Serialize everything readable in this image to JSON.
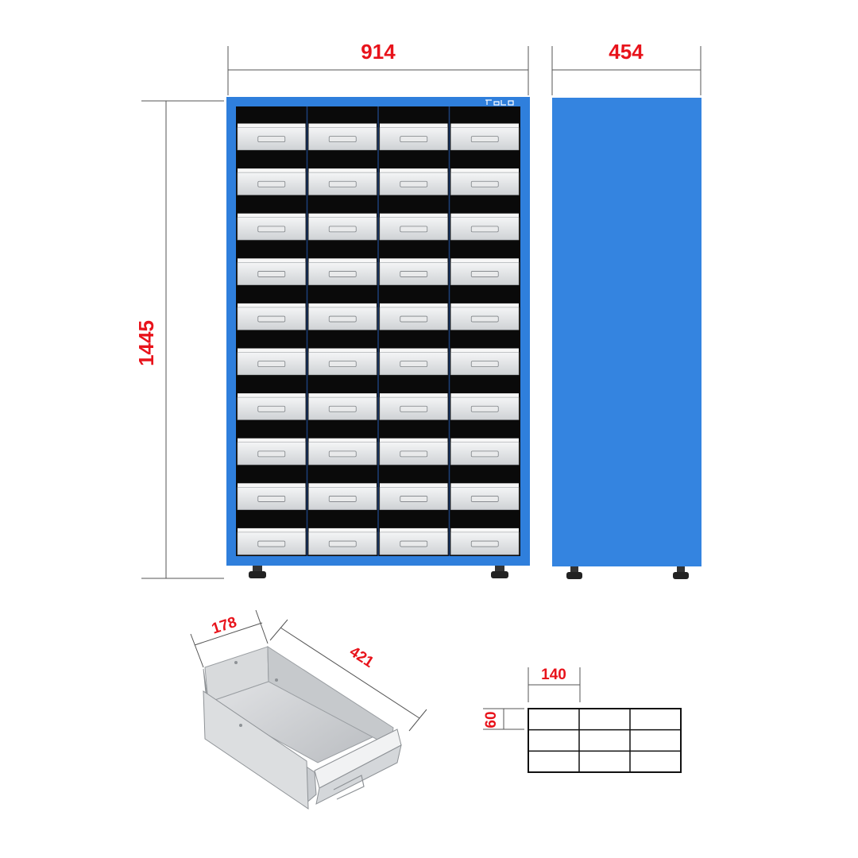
{
  "dimensions": {
    "width_front": "914",
    "depth_side": "454",
    "height": "1445",
    "bin_width": "178",
    "bin_depth": "421",
    "divider_spacing": "140",
    "divider_height": "60"
  },
  "cabinet": {
    "rows": 10,
    "columns": 4,
    "body_color": "#2f7fdc",
    "side_color": "#3484e0",
    "bin_color": "#e4e6e8",
    "interior_color": "#0a0a0a"
  },
  "divider_grid": {
    "rows": 3,
    "columns": 3
  },
  "colors": {
    "dimension_text": "#e8131b",
    "dimension_line": "#555555"
  }
}
